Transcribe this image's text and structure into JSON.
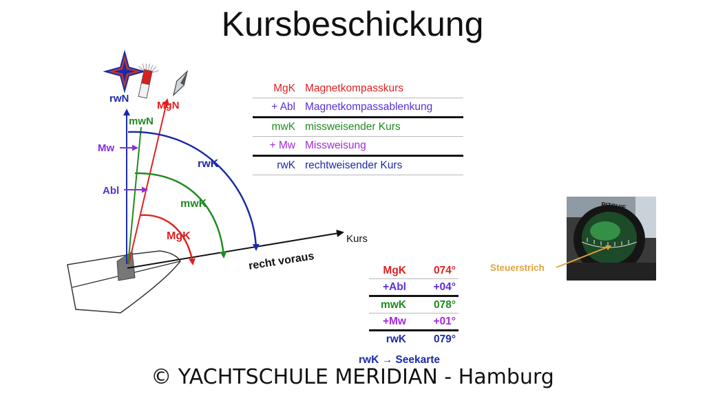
{
  "title": "Kursbeschickung",
  "colors": {
    "red": "#e02020",
    "blue": "#1b2aa8",
    "green": "#1f8a1f",
    "purple": "#8a2be2",
    "orange": "#e2a23a"
  },
  "diagram": {
    "labels": {
      "rwN": "rwN",
      "MgN": "MgN",
      "mwN": "mwN",
      "Mw": "Mw",
      "Abl": "Abl",
      "rwK": "rwK",
      "mwK": "mwK",
      "MgK": "MgK",
      "kurs": "Kurs",
      "recht_voraus": "recht voraus"
    },
    "icons": [
      "compass-rose-icon",
      "magnet-needle-icon",
      "north-arrow-icon"
    ]
  },
  "legend": [
    {
      "abbr": "MgK",
      "desc": "Magnetkompasskurs",
      "color": "#e02020"
    },
    {
      "abbr": "+ Abl",
      "desc": "Magnetkompassablenkung",
      "color": "#5a2ed8"
    },
    {
      "abbr": "mwK",
      "desc": "missweisender Kurs",
      "color": "#1f8a1f"
    },
    {
      "abbr": "+ Mw",
      "desc": "Missweisung",
      "color": "#a12bd6"
    },
    {
      "abbr": "rwK",
      "desc": "rechtweisender Kurs",
      "color": "#1b2aa8"
    }
  ],
  "calculation": [
    {
      "label": "MgK",
      "value": "074°",
      "color": "#e02020"
    },
    {
      "label": "+Abl",
      "value": "+04°",
      "color": "#5a2ed8"
    },
    {
      "label": "mwK",
      "value": "078°",
      "color": "#1f8a1f"
    },
    {
      "label": "+Mw",
      "value": "+01°",
      "color": "#a12bd6"
    },
    {
      "label": "rwK",
      "value": "079°",
      "color": "#1b2aa8"
    }
  ],
  "seekarte": "rwK → Seekarte",
  "photo": {
    "brand": "RITCHIE",
    "callout": "Steuerstrich"
  },
  "footer": "© YACHTSCHULE MERIDIAN - Hamburg"
}
